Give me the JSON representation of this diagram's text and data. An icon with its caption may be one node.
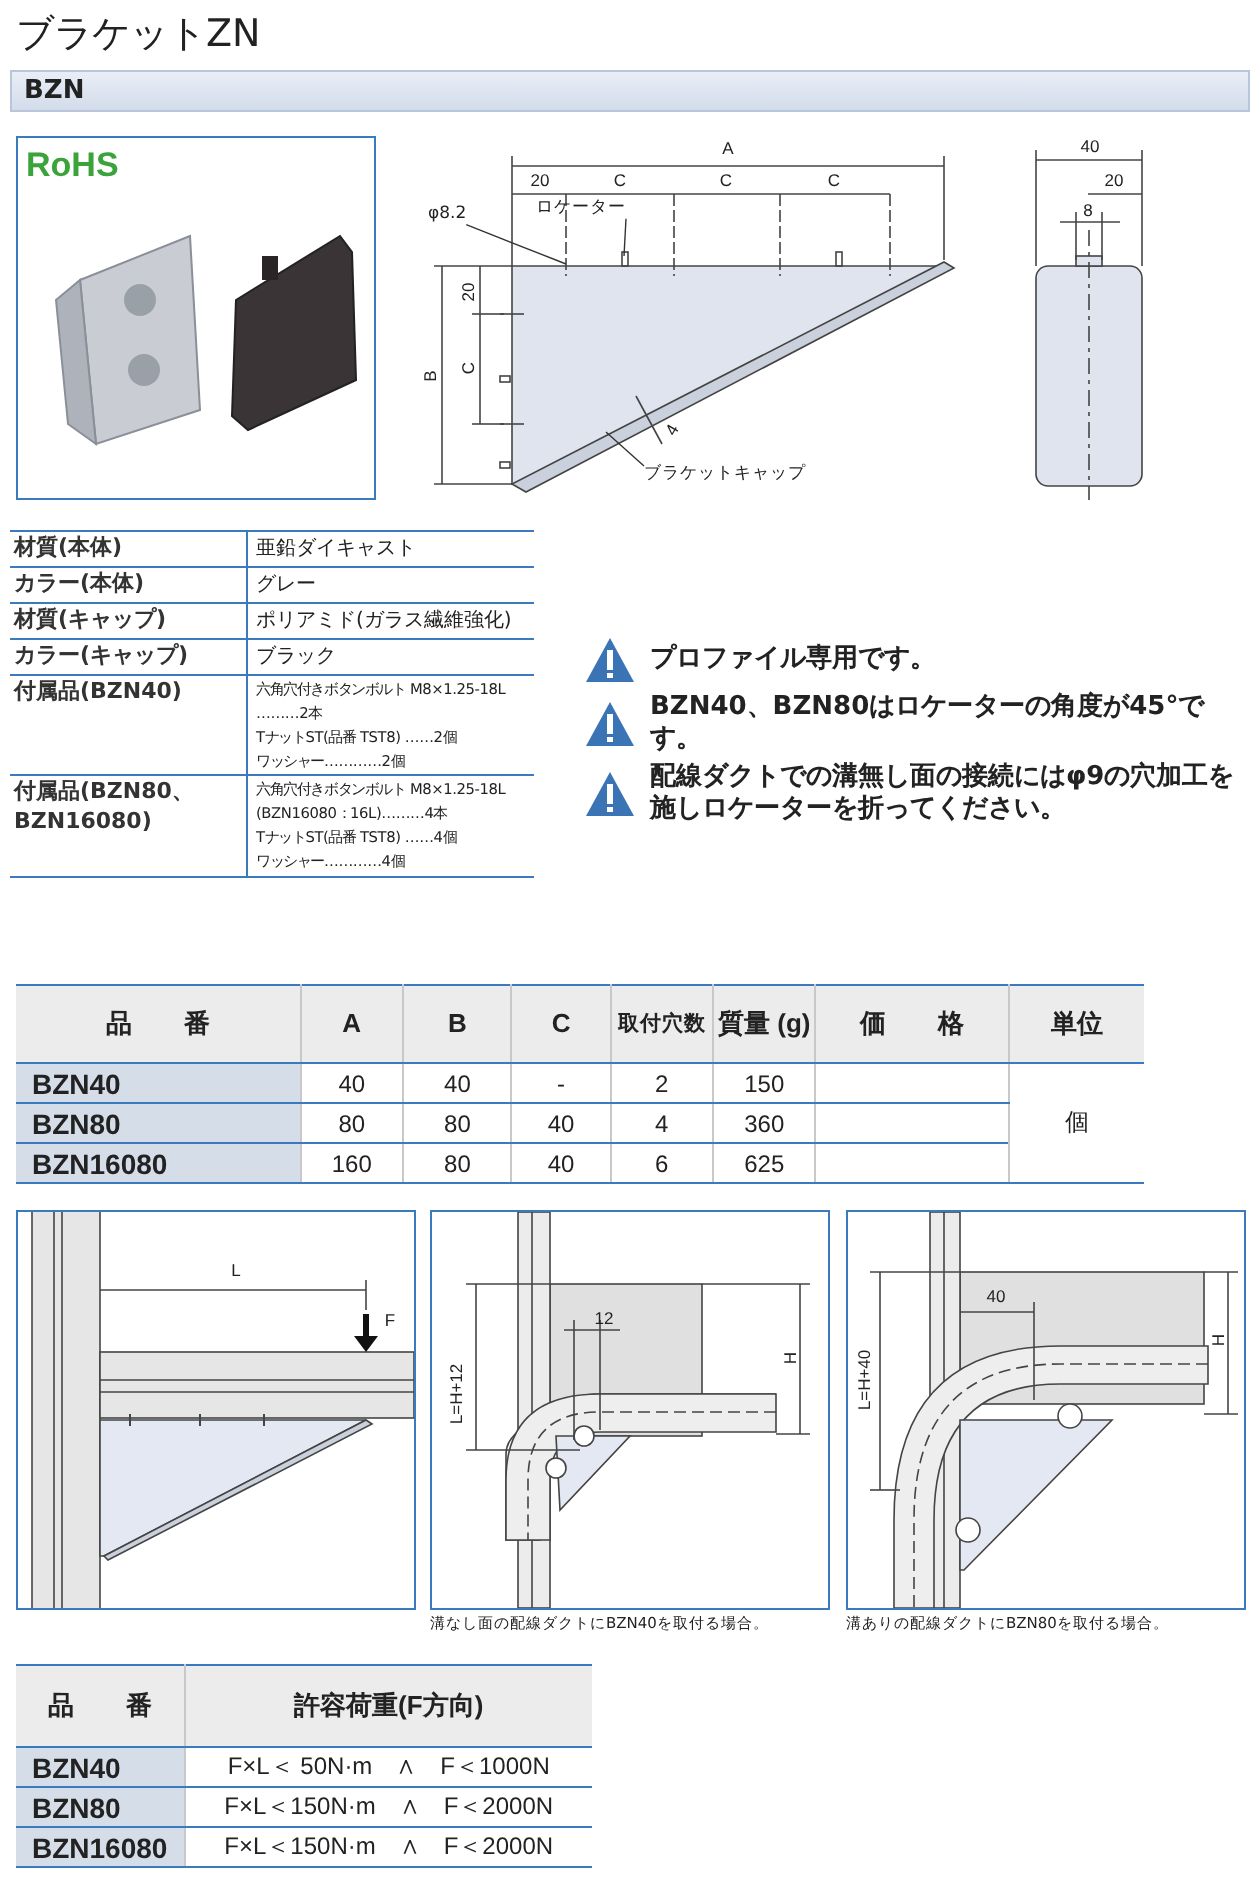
{
  "diagram": {
    "title": "ブラケットZN",
    "nodes": [
      {
        "text": [
          "φ8.2"
        ]
      },
      {
        "text": [
          "ロケーター"
        ]
      },
      {
        "text": [
          "ブラケットキャップ"
        ]
      }
    ],
    "edges": [
      {
        "from": 0,
        "to": null,
        "arrow": "none"
      },
      {
        "from": 1,
        "to": null,
        "arrow": "none"
      },
      {
        "from": 2,
        "to": null,
        "arrow": "none"
      }
    ],
    "labels": [
      "BZN",
      "RoHS",
      "A",
      "20",
      "C",
      "C",
      "C",
      "20",
      "C",
      "B",
      "4",
      "40",
      "20",
      "8",
      "材質(本体)",
      "亜鉛ダイキャスト",
      "カラー(本体)",
      "グレー",
      "材質(キャップ)",
      "ポリアミド(ガラス繊維強化)",
      "カラー(キャップ)",
      "ブラック",
      "付属品(BZN40)",
      "六角穴付きボタンボルト M8×1.25-18L ………2本",
      "TナットST(品番 TST8) ……2個",
      "ワッシャー…………2個",
      "付属品(BZN80、BZN16080)",
      "六角穴付きボタンボルト M8×1.25-18L (BZN16080：16L)………4本",
      "TナットST(品番 TST8) ……4個",
      "ワッシャー…………4個",
      "プロファイル専用です。",
      "BZN40、BZN80はロケーターの角度が45°です。",
      "配線ダクトでの溝無し面の接続にはφ9の穴加工を施しロケーターを折ってください。",
      "品　　番",
      "A",
      "B",
      "C",
      "取付穴数",
      "質量 (g)",
      "価　　格",
      "単位",
      "BZN40",
      "40",
      "40",
      "-",
      "2",
      "150",
      "BZN80",
      "80",
      "80",
      "40",
      "4",
      "360",
      "個",
      "BZN16080",
      "160",
      "80",
      "40",
      "6",
      "625",
      "L",
      "F",
      "12",
      "L=H+12",
      "H",
      "40",
      "L=H+40",
      "H",
      "溝なし面の配線ダクトにBZN40を取付る場合。",
      "溝ありの配線ダクトにBZN80を取付る場合。",
      "品　　番",
      "許容荷重(F方向)",
      "BZN40",
      "F×L＜ 50N·m　∧　F＜1000N",
      "BZN80",
      "F×L＜150N·m　∧　F＜2000N",
      "BZN16080",
      "F×L＜150N·m　∧　F＜2000N"
    ]
  }
}
